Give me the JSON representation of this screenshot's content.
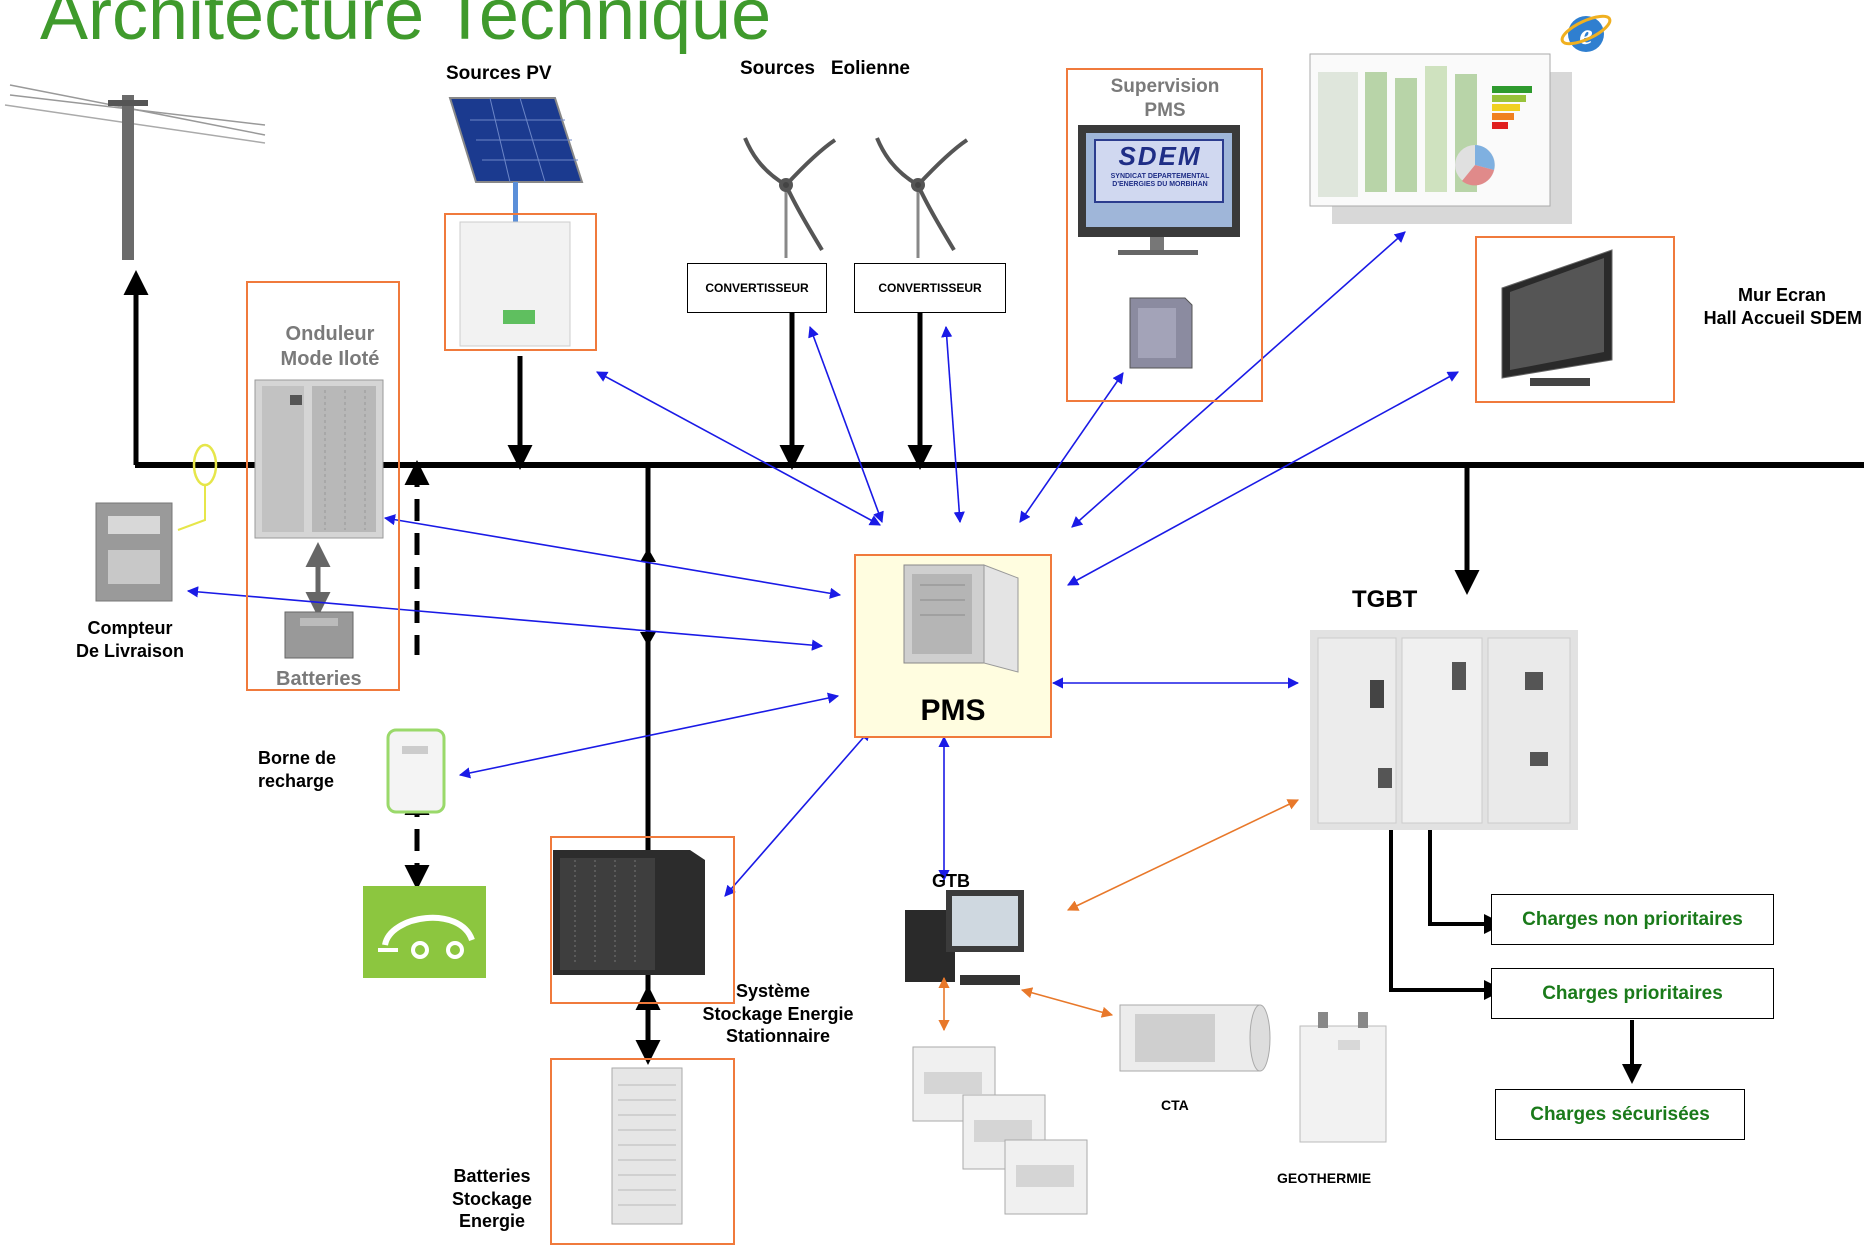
{
  "title": "Architecture Technique",
  "labels": {
    "sources_pv": "Sources PV",
    "sources_eolienne": "Sources   Eolienne",
    "convertisseur_1": "CONVERTISSEUR",
    "convertisseur_2": "CONVERTISSEUR",
    "supervision_pms_l1": "Supervision",
    "supervision_pms_l2": "PMS",
    "mur_ecran_l1": "Mur Ecran",
    "mur_ecran_l2": "Hall Accueil SDEM",
    "onduleur_l1": "Onduleur",
    "onduleur_l2": "Mode Iloté",
    "batteries": "Batteries",
    "compteur_l1": "Compteur",
    "compteur_l2": "De Livraison",
    "borne_l1": "Borne de",
    "borne_l2": "recharge",
    "pms": "PMS",
    "tgbt": "TGBT",
    "gtb": "GTB",
    "systeme_l1": "Système",
    "systeme_l2": "Stockage Energie",
    "systeme_l3": "Stationnaire",
    "batteries_stockage_l1": "Batteries",
    "batteries_stockage_l2": "Stockage",
    "batteries_stockage_l3": "Energie",
    "cta": "CTA",
    "geothermie": "GEOTHERMIE",
    "charges_non_prioritaires": "Charges non prioritaires",
    "charges_prioritaires": "Charges prioritaires",
    "charges_securisees": "Charges sécurisées",
    "sdem_logo": "SDEM",
    "sdem_line1": "SYNDICAT DEPARTEMENTAL",
    "sdem_line2": "D'ENERGIES DU MORBIHAN"
  },
  "colors": {
    "title": "#3f9a2c",
    "frame": "#f07a3c",
    "link_blue": "#1a1ae6",
    "link_orange": "#e8782a",
    "charges_text": "#1a7a1a",
    "ev_green": "#8cc63f"
  }
}
